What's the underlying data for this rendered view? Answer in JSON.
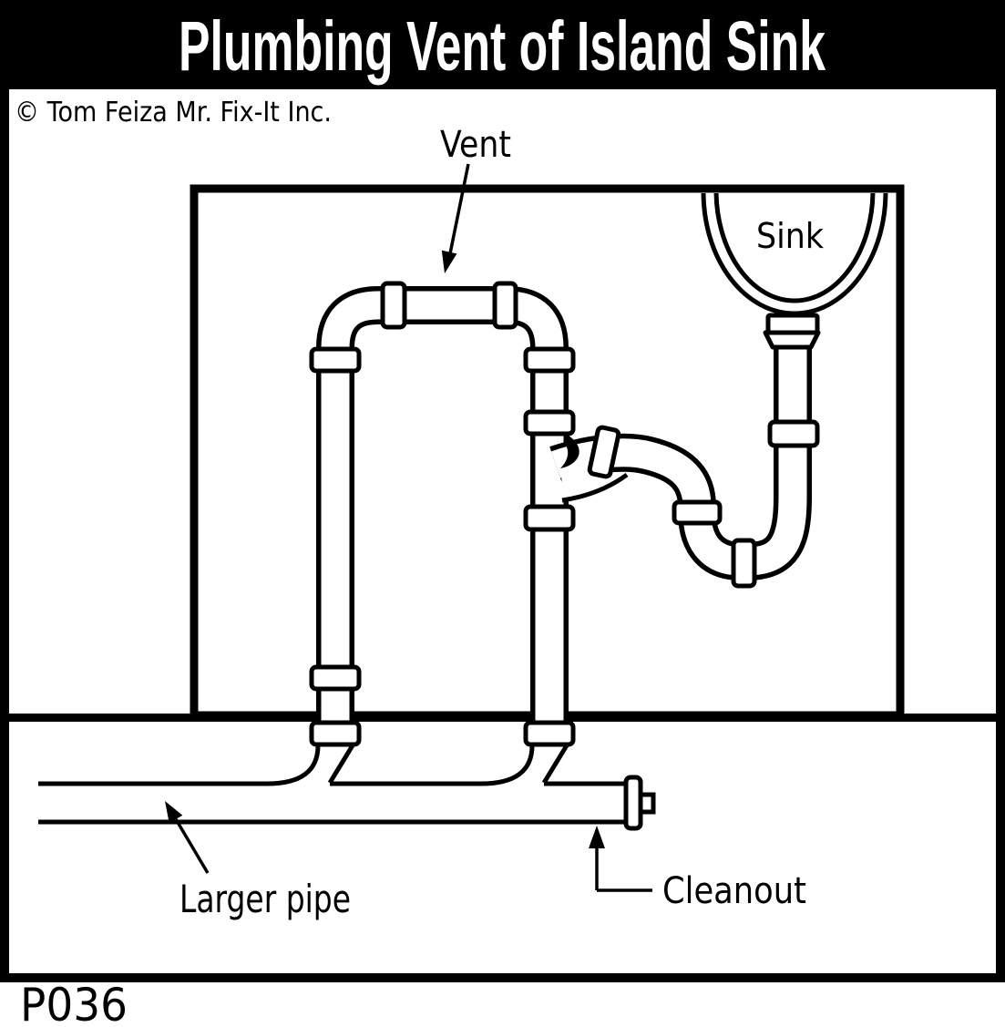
{
  "title_bar": {
    "title": "Plumbing Vent of Island Sink",
    "bg_color": "#000000",
    "text_color": "#ffffff"
  },
  "copyright": "© Tom Feiza Mr. Fix-It Inc.",
  "diagram": {
    "ink_color": "#000000",
    "paper_color": "#ffffff",
    "labels": {
      "vent": "Vent",
      "sink": "Sink",
      "larger_pipe": "Larger pipe",
      "cleanout": "Cleanout"
    }
  },
  "code": "P036"
}
